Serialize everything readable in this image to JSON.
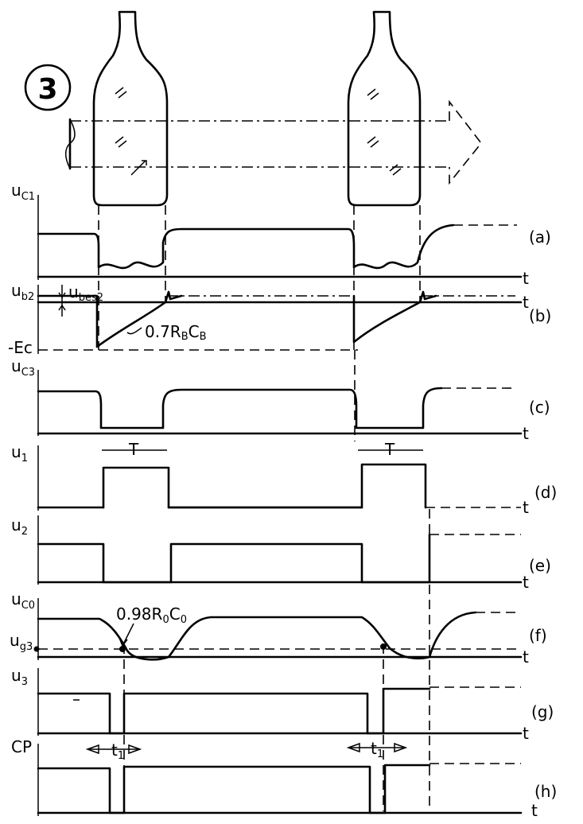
{
  "figure": {
    "number": "3"
  },
  "labels": {
    "uc1": "u",
    "uc1_sub": "C1",
    "ub2": "u",
    "ub2_sub": "b2",
    "ubes2": "u",
    "ubes2_sub": "bes2",
    "minus_ec": "-Ec",
    "rc_b": "0.7R",
    "rc_b_sub": "B",
    "rc_b_c": "C",
    "rc_b_c_sub": "B",
    "uc3": "u",
    "uc3_sub": "C3",
    "u1": "u",
    "u1_sub": "1",
    "u2": "u",
    "u2_sub": "2",
    "uc0": "u",
    "uc0_sub": "C0",
    "rc_0": "0.98R",
    "rc_0_sub": "0",
    "rc_0_c": "C",
    "rc_0_c_sub": "0",
    "ug3": "u",
    "ug3_sub": "g3",
    "u3": "u",
    "u3_sub": "3",
    "cp": "CP",
    "t": "t",
    "T": "T",
    "t1": "t",
    "t1_sub": "1"
  },
  "tags": [
    "(a)",
    "(b)",
    "(c)",
    "(d)",
    "(e)",
    "(f)",
    "(g)",
    "(h)"
  ]
}
